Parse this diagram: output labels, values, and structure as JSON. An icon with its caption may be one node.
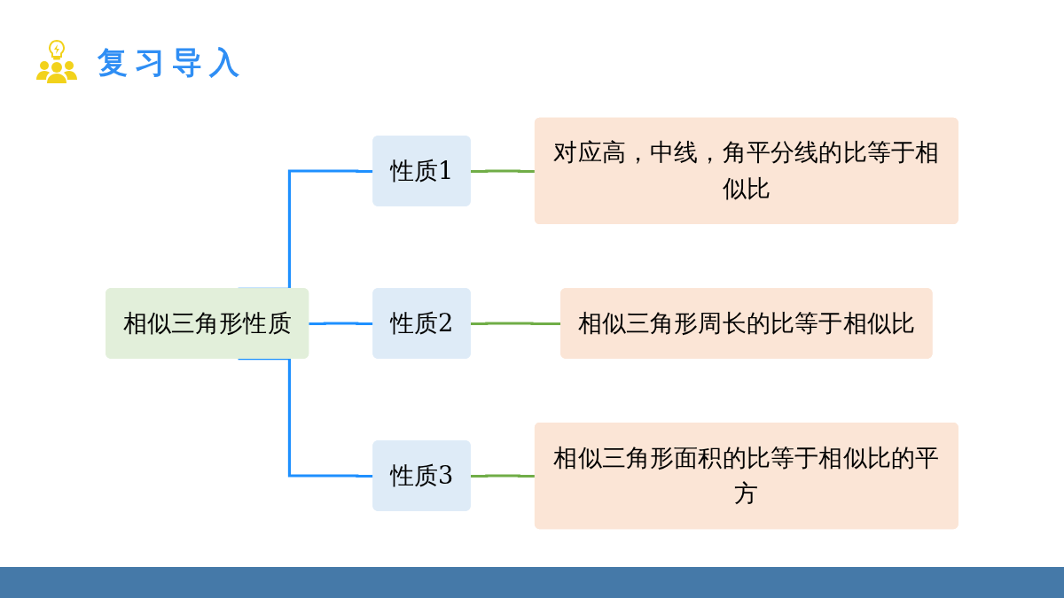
{
  "diagram": {
    "title": "复习导入",
    "nodes": [
      {
        "text": [
          "相似三角形性质"
        ]
      },
      {
        "text": [
          "性质1"
        ]
      },
      {
        "text": [
          "对应高，中线，角平分线的比等于相似比"
        ]
      },
      {
        "text": [
          "性质2"
        ]
      },
      {
        "text": [
          "相似三角形周长的比等于相似比"
        ]
      },
      {
        "text": [
          "性质3"
        ]
      },
      {
        "text": [
          "相似三角形面积的比等于相似比的平方"
        ]
      }
    ],
    "edges": [
      {
        "from": 0,
        "to": 1,
        "arrow": "none",
        "color": "#1e90ff"
      },
      {
        "from": 0,
        "to": 3,
        "arrow": "none",
        "color": "#1e90ff"
      },
      {
        "from": 0,
        "to": 5,
        "arrow": "none",
        "color": "#1e90ff"
      },
      {
        "from": 1,
        "to": 2,
        "arrow": "none",
        "color": "#70ad47"
      },
      {
        "from": 3,
        "to": 4,
        "arrow": "none",
        "color": "#70ad47"
      },
      {
        "from": 5,
        "to": 6,
        "arrow": "none",
        "color": "#70ad47"
      }
    ]
  }
}
